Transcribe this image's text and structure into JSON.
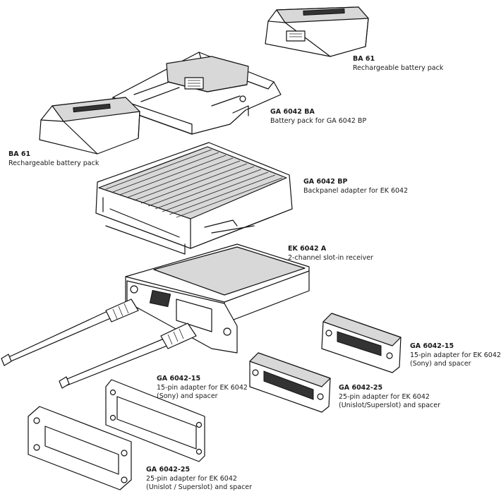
{
  "labels": {
    "ba61_top": {
      "code": "BA 61",
      "desc": "Rechargeable battery pack"
    },
    "ga6042ba": {
      "code": "GA 6042 BA",
      "desc": "Battery pack for GA 6042 BP"
    },
    "ba61_left": {
      "code": "BA 61",
      "desc": "Rechargeable battery pack"
    },
    "ga6042bp": {
      "code": "GA 6042 BP",
      "desc": "Backpanel adapter for EK 6042"
    },
    "ek6042a": {
      "code": "EK 6042 A",
      "desc": "2-channel slot-in receiver"
    },
    "ga604215_right": {
      "code": "GA 6042-15",
      "desc1": "15-pin adapter for EK 6042",
      "desc2": "(Sony) and spacer"
    },
    "ga604225_mid": {
      "code": "GA 6042-25",
      "desc1": "25-pin adapter for EK 6042",
      "desc2": "(Unislot/Superslot) and spacer"
    },
    "ga604215_left": {
      "code": "GA 6042-15",
      "desc1": "15-pin adapter for EK 6042",
      "desc2": "(Sony) and spacer"
    },
    "ga604225_bottom": {
      "code": "GA 6042-25",
      "desc1": "25-pin adapter for EK 6042",
      "desc2": "(Unislot / Superslot) and spacer"
    }
  }
}
